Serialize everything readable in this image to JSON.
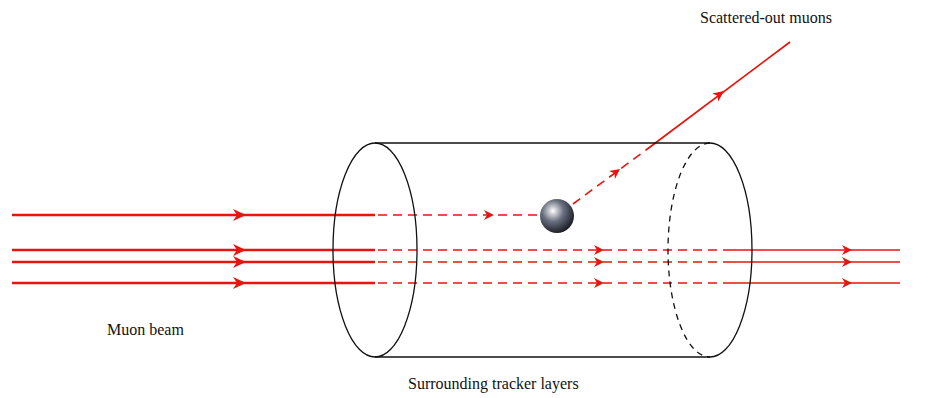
{
  "diagram": {
    "labels": [
      "Scattered-out muons",
      "Muon beam",
      "Surrounding tracker layers"
    ]
  }
}
